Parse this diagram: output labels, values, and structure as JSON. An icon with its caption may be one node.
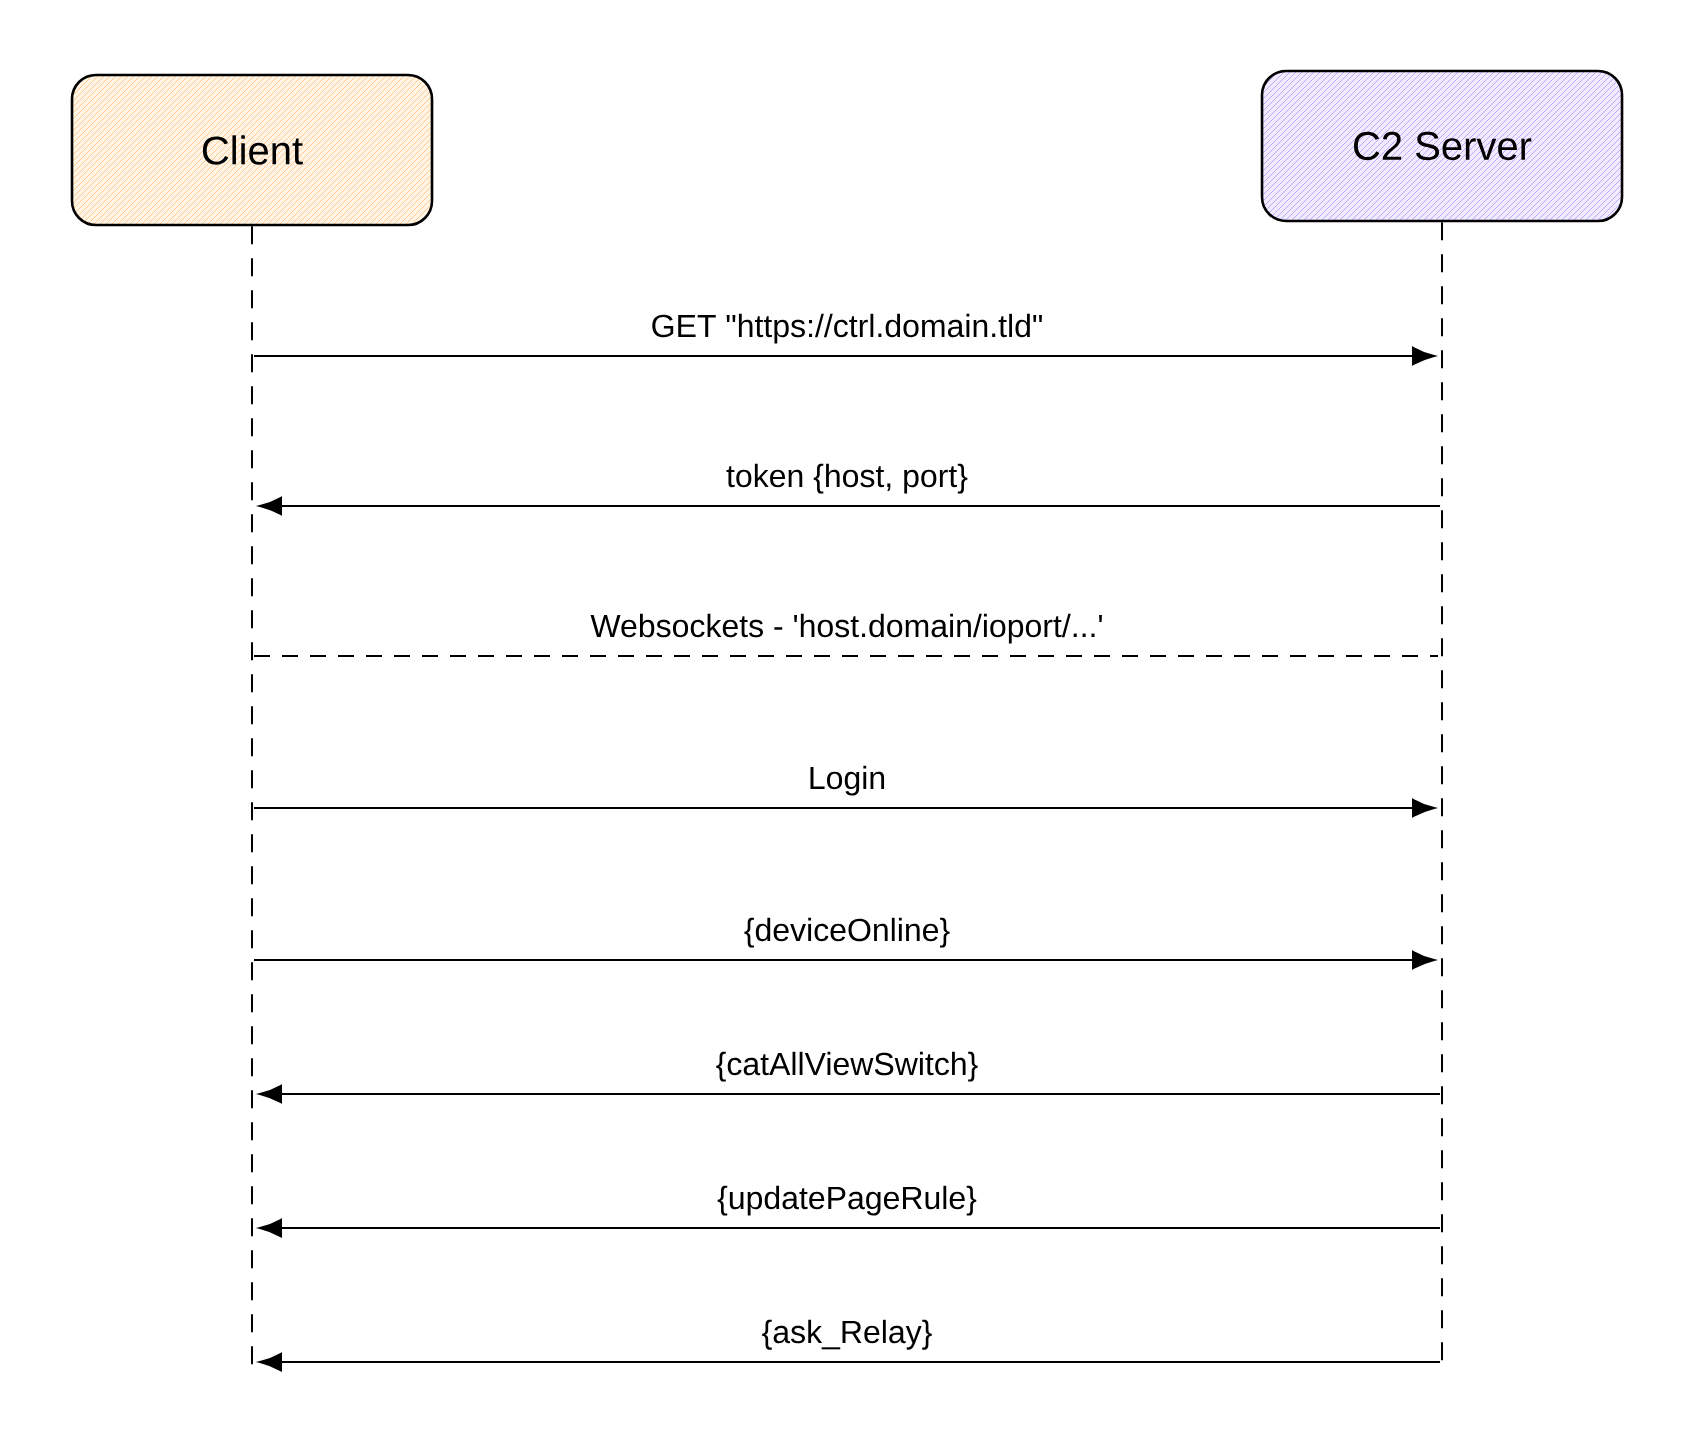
{
  "diagram": {
    "nodes": [
      {
        "text": [
          "Client"
        ]
      },
      {
        "text": [
          "C2 Server"
        ]
      },
      {
        "text": [],
        "shape": "line"
      },
      {
        "text": [],
        "shape": "line"
      }
    ],
    "edges": [
      {
        "from": 2,
        "to": 3,
        "arrow": "to",
        "label": "GET \"https://ctrl.domain.tld\""
      },
      {
        "from": 3,
        "to": 2,
        "arrow": "to",
        "label": "token {host, port}"
      },
      {
        "from": 2,
        "to": 3,
        "arrow": "none",
        "style": "dashed",
        "label": "Websockets - 'host.domain/ioport/...'"
      },
      {
        "from": 2,
        "to": 3,
        "arrow": "to",
        "label": "Login"
      },
      {
        "from": 2,
        "to": 3,
        "arrow": "to",
        "label": "{deviceOnline}"
      },
      {
        "from": 3,
        "to": 2,
        "arrow": "to",
        "label": "{catAllViewSwitch}"
      },
      {
        "from": 3,
        "to": 2,
        "arrow": "to",
        "label": "{updatePageRule}"
      },
      {
        "from": 3,
        "to": 2,
        "arrow": "to",
        "label": "{ask_Relay}"
      }
    ]
  }
}
